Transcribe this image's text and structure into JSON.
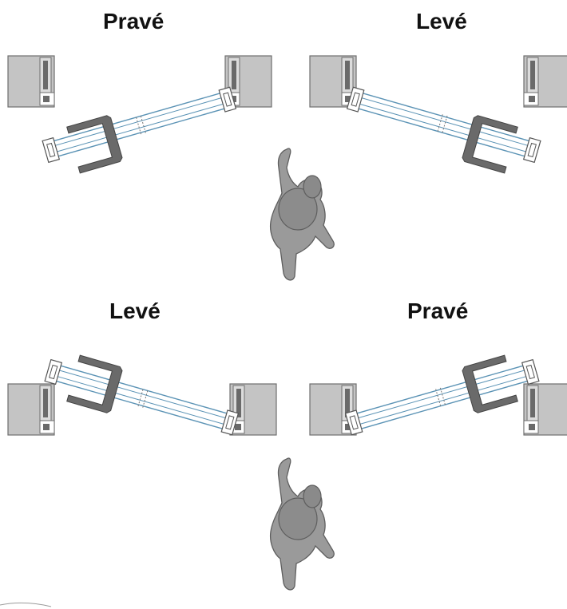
{
  "labels": {
    "top_left": "Pravé",
    "top_right": "Levé",
    "bottom_left": "Levé",
    "bottom_right": "Pravé"
  },
  "colors": {
    "wall_fill": "#c4c4c4",
    "wall_stroke": "#6e6e6e",
    "glass_stroke": "#5b93b5",
    "profile_dark": "#6a6a6a",
    "person_fill": "#9a9a9a",
    "person_stroke": "#5e5e5e"
  }
}
